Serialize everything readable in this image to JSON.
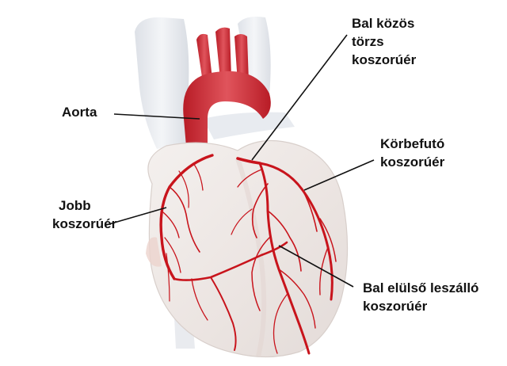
{
  "labels": {
    "aorta": "Aorta",
    "left_main": [
      "Bal közös",
      "törzs",
      "koszorúér"
    ],
    "circumflex": [
      "Körbefutó",
      "koszorúér"
    ],
    "right_coronary": [
      "Jobb",
      "koszorúér"
    ],
    "lad": [
      "Bal elülső leszálló",
      "koszorúér"
    ]
  },
  "colors": {
    "artery": "#c8141c",
    "aorta": "#d9333f",
    "heart_fill": "#f1ece9",
    "leader_line": "#111111"
  }
}
